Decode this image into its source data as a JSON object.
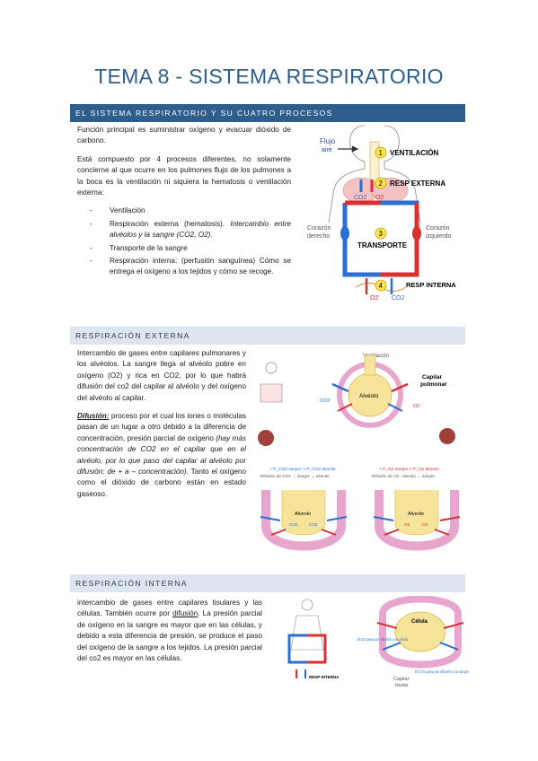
{
  "title": "TEMA 8 - SISTEMA RESPIRATORIO",
  "sections": {
    "s1": {
      "heading": "EL SISTEMA RESPIRATORIO Y SU CUATRO PROCESOS",
      "p1": "Función principal es suministrar oxígeno y evacuar dióxido de carbono.",
      "p2": "Está compuesto por 4 procesos diferentes, no solamente concierne al que ocurre en los pulmones flujo de los pulmones a la boca es la ventilación ni siquiera la hematosis o ventilación externa:",
      "list": {
        "i1": "Ventilación",
        "i2a": "Respiración externa (hematosis). ",
        "i2b": "Intercambio entre alvéolos y la sangre (CO2, O2).",
        "i3": "Transporte de la sangre",
        "i4": "Respiración interna: (perfusión sanguínea) Cómo se entrega el oxígeno a los tejidos y cómo se recoge."
      }
    },
    "s2": {
      "heading": "RESPIRACIÓN EXTERNA",
      "p1": "Intercambio de gases entre capilares pulmonares y los alvéolos. La sangre llega al alvéolo pobre en oxígeno (O2) y rica en CO2, por lo que habrá difusión del co2 del capilar al alvéolo y del oxígeno del alvéolo al capilar.",
      "p2_term": "Difusión:",
      "p2a": " proceso por el cual los iones o moléculas pasan de un lugar a otro debido a la diferencia de concentración, presión parcial de oxígeno ",
      "p2b": "(hay más concentración de CO2 en el capilar que en el alvéolo, por lo que paso del capilar al alvéolo por difusión; de + a – concentración).",
      "p2c": " Tanto el oxígeno como el dióxido de carbono están en estado gaseoso."
    },
    "s3": {
      "heading": "RESPIRACIÓN INTERNA",
      "p1a": "intercambio de gases entre capilares tisulares y las células. También ocurre por ",
      "p1_term": "difusión",
      "p1b": ". La presión parcial de oxígeno en la sangre es mayor que en las células, y debido a esta diferencia de presión, se produce el paso del oxígeno de la sangre a los tejidos. La presión parcial del co2 es mayor en las células."
    }
  },
  "figure1": {
    "flujo": "Flujo",
    "aire": "aire",
    "step1": "1",
    "ventilacion": "VENTILACIÓN",
    "step2": "2",
    "resp_externa": "RESP EXTERNA",
    "co2": "CO2",
    "o2": "O2",
    "step3": "3",
    "transporte": "TRANSPORTE",
    "corazon_der_1": "Corazón",
    "corazon_der_2": "derecho",
    "corazon_izq_1": "Corazón",
    "corazon_izq_2": "izquierdo",
    "step4": "4",
    "resp_interna": "RESP INTERNA"
  },
  "figure2": {
    "ventilacion": "Ventilación",
    "alveolo": "Alvéolo",
    "capilar_1": "Capilar",
    "capilar_2": "pulmonar",
    "panel_a_title": "+ P_CO2 sangre > P_CO2 alveolo",
    "panel_a_sub": "Difusión de CO2 → sangre → alveolo",
    "panel_b_title": "+ P_O2 sangre < P_O2 alveolo",
    "panel_b_sub": "Difusión de O2 : alveolo → sangre",
    "alveolo_small": "Alveolo",
    "co2": "CO2",
    "o2": "O2"
  },
  "figure3": {
    "celula": "Célula",
    "capilar_1": "Capilar",
    "capilar_2": "tisular",
    "o2_label": "El O2 pasa por difusión a la célula",
    "co2_label": "El CO2 pasa por difusión a la sangre",
    "resp_interna": "RESP INTERNA"
  },
  "colors": {
    "title": "#2e5e8c",
    "band_dark": "#2e5e8c",
    "band_light": "#dde6f0",
    "blood_blue": "#2a6fd1",
    "blood_red": "#d93030",
    "capillary_pink": "#e8a6cf",
    "alveolus_yellow": "#f6e49a"
  }
}
